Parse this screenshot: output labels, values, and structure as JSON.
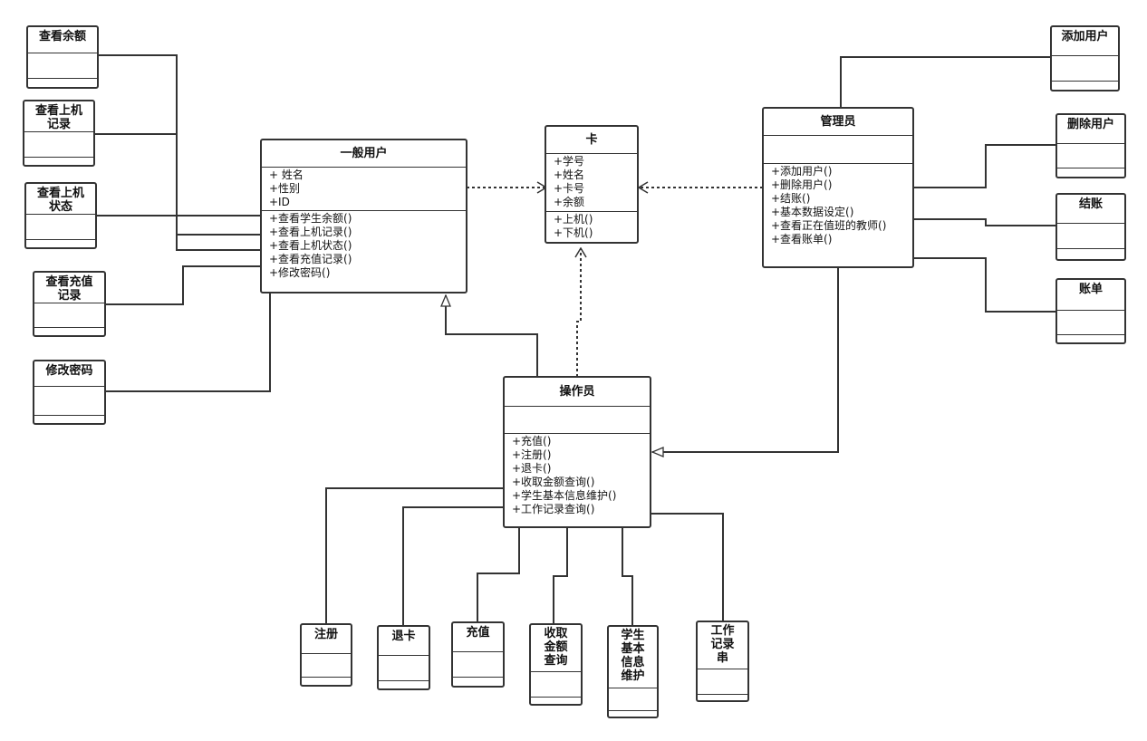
{
  "classes": {
    "general_user": {
      "name": "一般用户",
      "attributes": [
        "+ 姓名",
        "+性别",
        "+ID"
      ],
      "methods": [
        "+查看学生余额()",
        "+查看上机记录()",
        "+查看上机状态()",
        "+查看充值记录()",
        "+修改密码()"
      ]
    },
    "card": {
      "name": "卡",
      "attributes": [
        "+学号",
        "+姓名",
        "+卡号",
        "+余额"
      ],
      "methods": [
        "+上机()",
        "+下机()"
      ]
    },
    "admin": {
      "name": "管理员",
      "attributes": [],
      "methods": [
        "+添加用户()",
        "+删除用户()",
        "+结账()",
        "+基本数据设定()",
        "+查看正在值班的教师()",
        "+查看账单()"
      ]
    },
    "operator": {
      "name": "操作员",
      "attributes": [],
      "methods": [
        "+充值()",
        "+注册()",
        "+退卡()",
        "+收取金额查询()",
        "+学生基本信息维护()",
        "+工作记录查询()"
      ]
    }
  },
  "boxes": {
    "view_balance": "查看余额",
    "view_log_record": "查看上机\n记录",
    "view_log_status": "查看上机\n状态",
    "view_recharge_record": "查看充值\n记录",
    "change_password": "修改密码",
    "add_user": "添加用户",
    "delete_user": "删除用户",
    "checkout": "结账",
    "bill": "账单",
    "register": "注册",
    "refund_card": "退卡",
    "recharge": "充值",
    "fee_query": "收取\n金额\n查询",
    "student_info": "学生\n基本\n信息\n维护",
    "work_record": "工作\n记录\n串"
  }
}
